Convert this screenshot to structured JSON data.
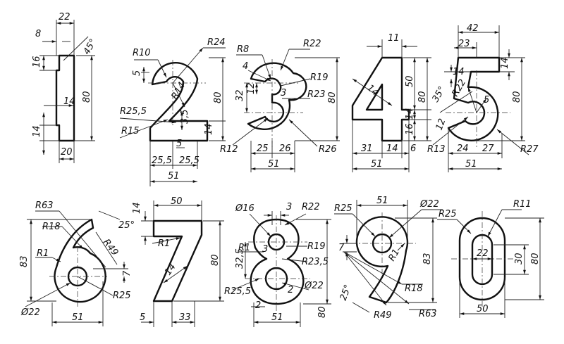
{
  "digits": [
    {
      "id": "1",
      "dims": [
        "22",
        "8",
        "45°",
        "16",
        "80",
        "14",
        "14",
        "20"
      ]
    },
    {
      "id": "2",
      "dims": [
        "R10",
        "R24",
        "5",
        "R14",
        "80",
        "R25,5",
        "R15",
        "3,5",
        "14",
        "5",
        "25,5",
        "25,5",
        "51"
      ]
    },
    {
      "id": "3",
      "dims": [
        "R8",
        "R22",
        "4",
        "R19",
        "32",
        "12",
        "3",
        "R23",
        "80",
        "R12",
        "25",
        "26",
        "R26",
        "51"
      ]
    },
    {
      "id": "4",
      "dims": [
        "11",
        "50",
        "14",
        "80",
        "14",
        "16",
        "31",
        "14",
        "6",
        "51"
      ]
    },
    {
      "id": "5",
      "dims": [
        "42",
        "23",
        "14",
        "14",
        "35°",
        "R22",
        "5",
        "80",
        "12",
        "R13",
        "24",
        "27",
        "R27",
        "51"
      ]
    },
    {
      "id": "6",
      "dims": [
        "R63",
        "R18",
        "25°",
        "R49",
        "83",
        "R1",
        "7",
        "R25",
        "Ø22",
        "51"
      ]
    },
    {
      "id": "7",
      "dims": [
        "14",
        "50",
        "R1",
        "80",
        "14",
        "5",
        "33"
      ]
    },
    {
      "id": "8",
      "dims": [
        "Ø16",
        "3",
        "R22",
        "R1",
        "3",
        "R19",
        "32,5",
        "R23,5",
        "R25,5",
        "2",
        "Ø22",
        "80",
        "2",
        "51"
      ]
    },
    {
      "id": "9",
      "dims": [
        "R25",
        "51",
        "Ø22",
        "7",
        "R1",
        "83",
        "25°",
        "R18",
        "R49",
        "R63"
      ]
    },
    {
      "id": "0",
      "dims": [
        "R25",
        "R11",
        "22",
        "30",
        "80",
        "50"
      ]
    }
  ]
}
